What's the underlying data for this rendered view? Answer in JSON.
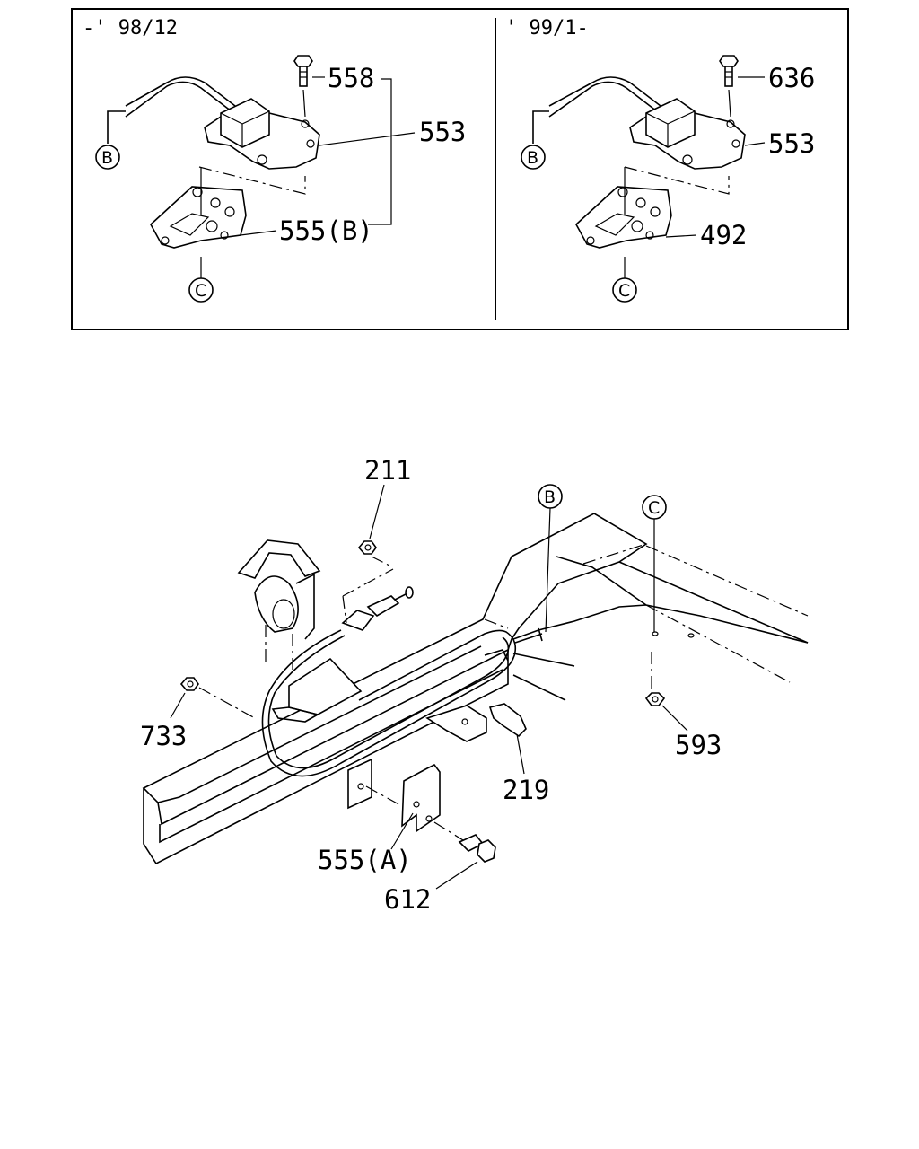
{
  "inset": {
    "left": {
      "header": "-' 98/12",
      "labels": {
        "bolt": "558",
        "bracket": "553",
        "plate": "555(B)"
      },
      "refs": {
        "cable": "B",
        "plate": "C"
      }
    },
    "right": {
      "header": "' 99/1-",
      "labels": {
        "bolt": "636",
        "bracket": "553",
        "plate": "492"
      },
      "refs": {
        "cable": "B",
        "plate": "C"
      }
    }
  },
  "main": {
    "labels": {
      "nut_top": "211",
      "nut_left": "733",
      "clip": "219",
      "nut_right": "593",
      "bracket": "555(A)",
      "bolt": "612"
    },
    "refs": {
      "b": "B",
      "c": "C"
    }
  }
}
